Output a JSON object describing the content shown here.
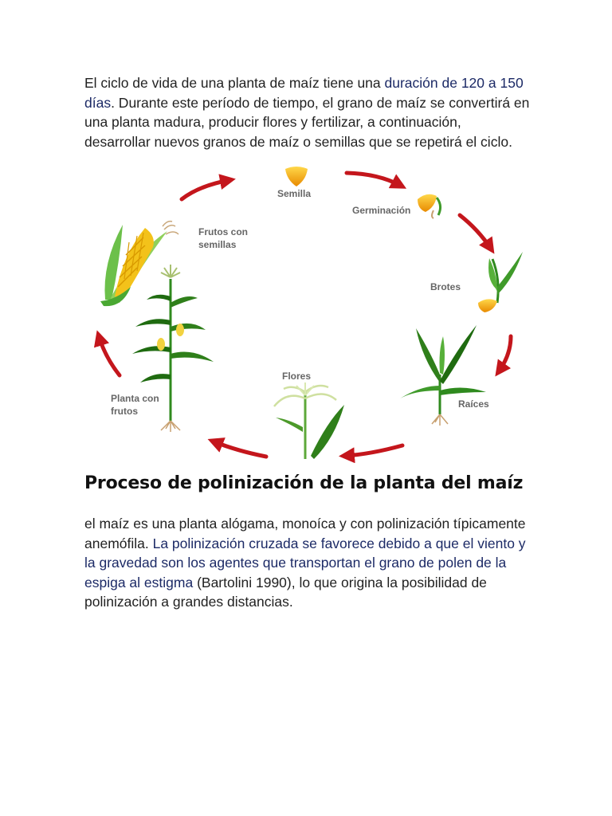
{
  "intro": {
    "part1": "El ciclo de vida de una planta de maíz tiene una ",
    "highlight": "duración de 120 a 150 días",
    "part2": ". Durante este período de tiempo, el grano de maíz se convertirá en una planta madura, producir flores y fertilizar, a continuación, desarrollar nuevos granos de maíz o semillas que se repetirá el ciclo."
  },
  "diagram": {
    "labels": {
      "semilla": "Semilla",
      "germinacion": "Germinación",
      "brotes": "Brotes",
      "raices": "Raíces",
      "flores": "Flores",
      "planta_frutos_1": "Planta con",
      "planta_frutos_2": "frutos",
      "frutos_semillas_1": "Frutos con",
      "frutos_semillas_2": "semillas"
    },
    "colors": {
      "arrow": "#c4161c",
      "leaf": "#2f8a1e",
      "seed": "#f0a800",
      "label": "#666666"
    }
  },
  "section": {
    "heading": "Proceso de polinización de la planta del maíz",
    "part1": "el maíz es una planta alógama, monoíca y con polinización típicamente anemófila. ",
    "highlight": "La polinización cruzada se favorece debido a que el viento y la gravedad son los agentes que transportan el grano de polen de la espiga al estigma",
    "part2": " (Bartolini 1990), lo que origina la posibilidad de polinización a grandes distancias."
  }
}
